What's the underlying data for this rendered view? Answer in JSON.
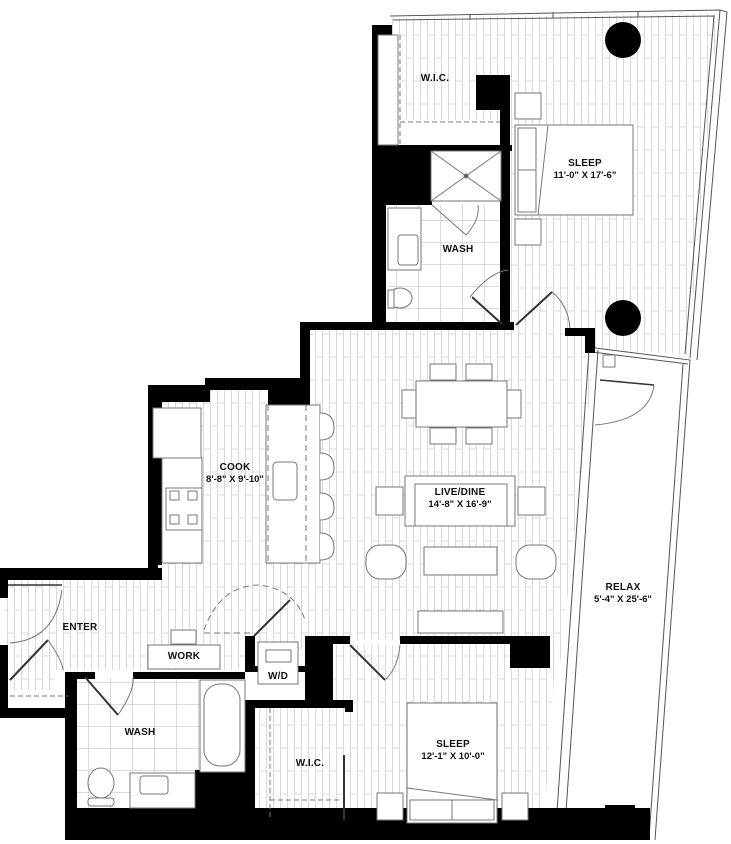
{
  "floor_plan": {
    "rooms": [
      {
        "id": "wic-upper",
        "name": "W.I.C.",
        "dimensions": null
      },
      {
        "id": "sleep-primary",
        "name": "SLEEP",
        "dimensions": "11'-0\" X 17'-6\""
      },
      {
        "id": "wash-primary",
        "name": "WASH",
        "dimensions": null
      },
      {
        "id": "cook",
        "name": "COOK",
        "dimensions": "8'-8\" X 9'-10\""
      },
      {
        "id": "live-dine",
        "name": "LIVE/DINE",
        "dimensions": "14'-8\" X 16'-9\""
      },
      {
        "id": "enter",
        "name": "ENTER",
        "dimensions": null
      },
      {
        "id": "work",
        "name": "WORK",
        "dimensions": null
      },
      {
        "id": "wd",
        "name": "W/D",
        "dimensions": null
      },
      {
        "id": "wash-secondary",
        "name": "WASH",
        "dimensions": null
      },
      {
        "id": "wic-lower",
        "name": "W.I.C.",
        "dimensions": null
      },
      {
        "id": "sleep-secondary",
        "name": "SLEEP",
        "dimensions": "12'-1\" X 10'-0\""
      },
      {
        "id": "relax",
        "name": "RELAX",
        "dimensions": "5'-4\" X 25'-6\""
      }
    ],
    "colors": {
      "wall": "#000000",
      "line": "#888888",
      "floor_pattern": "#cfcfcf",
      "background": "#ffffff"
    }
  }
}
